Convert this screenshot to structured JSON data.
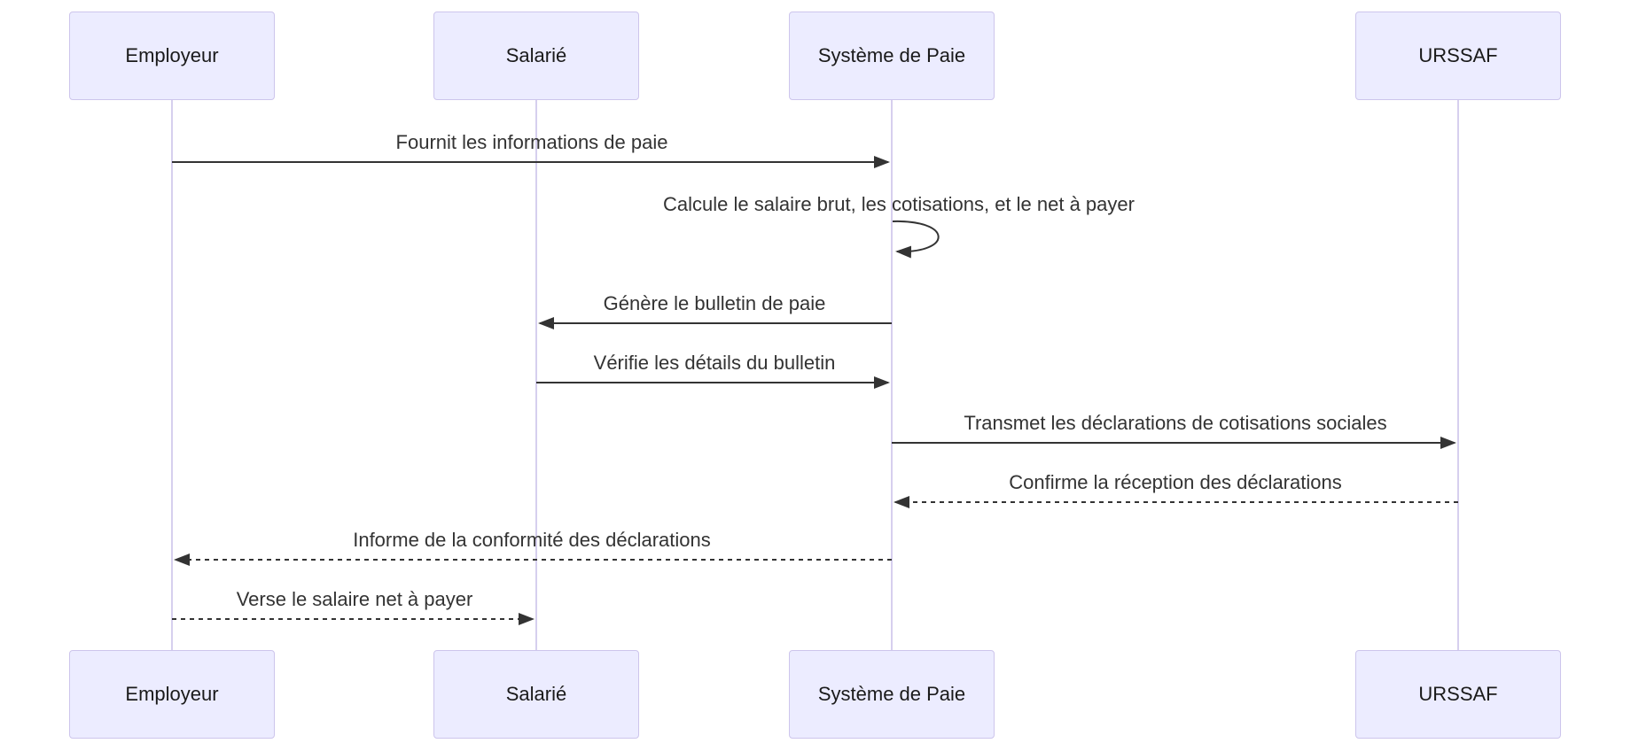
{
  "diagram": {
    "type": "sequence-diagram",
    "actors": [
      {
        "id": "employeur",
        "label": "Employeur"
      },
      {
        "id": "salarie",
        "label": "Salarié"
      },
      {
        "id": "systeme-de-paie",
        "label": "Système de Paie"
      },
      {
        "id": "urssaf",
        "label": "URSSAF"
      }
    ],
    "messages": [
      {
        "from": "Employeur",
        "to": "Système de Paie",
        "line": "solid",
        "label": "Fournit les informations de paie"
      },
      {
        "from": "Système de Paie",
        "to": "Système de Paie",
        "line": "self-loop",
        "label": "Calcule le salaire brut, les cotisations, et le net à payer"
      },
      {
        "from": "Système de Paie",
        "to": "Salarié",
        "line": "solid",
        "label": "Génère le bulletin de paie"
      },
      {
        "from": "Salarié",
        "to": "Système de Paie",
        "line": "solid",
        "label": "Vérifie les détails du bulletin"
      },
      {
        "from": "Système de Paie",
        "to": "URSSAF",
        "line": "solid",
        "label": "Transmet les déclarations de cotisations sociales"
      },
      {
        "from": "URSSAF",
        "to": "Système de Paie",
        "line": "dashed",
        "label": "Confirme la réception des déclarations"
      },
      {
        "from": "Système de Paie",
        "to": "Employeur",
        "line": "dashed",
        "label": "Informe de la conformité des déclarations"
      },
      {
        "from": "Employeur",
        "to": "Salarié",
        "line": "dashed",
        "label": "Verse le salaire net à payer"
      }
    ],
    "colors": {
      "actor_fill": "#ECECFF",
      "actor_border": "#CDC5EC",
      "lifeline": "#D6CFEE",
      "line": "#333333",
      "text": "#333333",
      "background": "#FFFFFF"
    }
  }
}
